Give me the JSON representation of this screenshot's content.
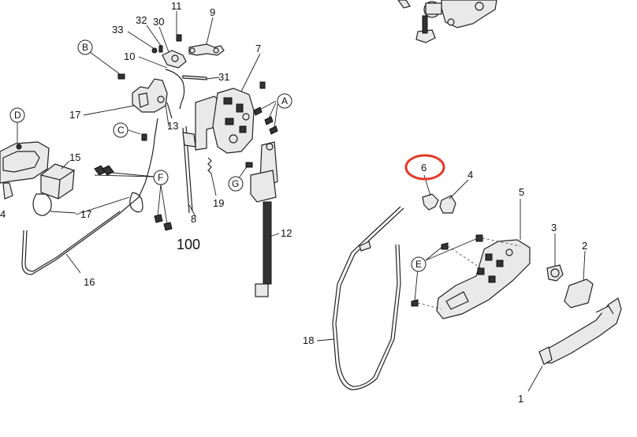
{
  "part_numbers": [
    "11",
    "9",
    "32",
    "30",
    "33",
    "10",
    "7",
    "31",
    "17",
    "13",
    "15",
    "8",
    "19",
    "100",
    "12",
    "4",
    "6",
    "5",
    "3",
    "2",
    "18",
    "1",
    "16"
  ],
  "callouts": [
    "A",
    "B",
    "C",
    "D",
    "E",
    "F",
    "G"
  ],
  "highlight": {
    "part": "6",
    "color": "#e43a2a"
  }
}
